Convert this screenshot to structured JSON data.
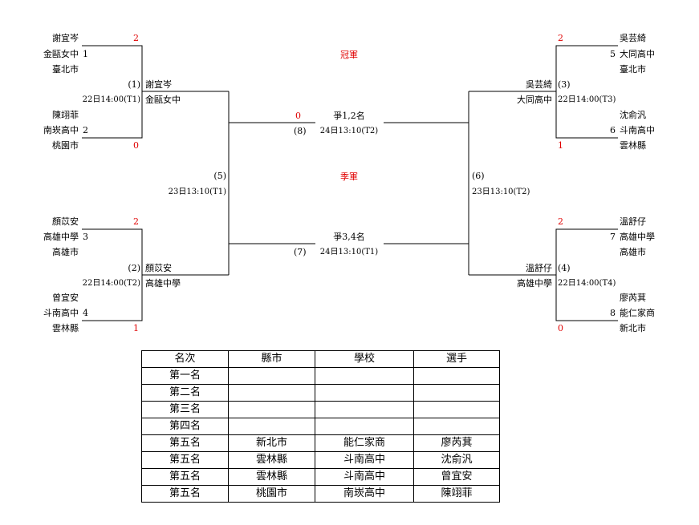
{
  "bracket": {
    "left": [
      {
        "name": "謝宜岑",
        "school": "金甌女中",
        "city": "臺北市",
        "seed": "1",
        "score": "2"
      },
      {
        "name": "陳翊菲",
        "school": "南崁高中",
        "city": "桃園市",
        "seed": "2",
        "score": "0"
      },
      {
        "name": "顏苡安",
        "school": "高雄中學",
        "city": "高雄市",
        "seed": "3",
        "score": "2"
      },
      {
        "name": "曾宜安",
        "school": "斗南高中",
        "city": "雲林縣",
        "seed": "4",
        "score": "1"
      }
    ],
    "right": [
      {
        "name": "吳芸綺",
        "school": "大同高中",
        "city": "臺北市",
        "seed": "5",
        "score": "2"
      },
      {
        "name": "沈俞汎",
        "school": "斗南高中",
        "city": "雲林縣",
        "seed": "6",
        "score": "1"
      },
      {
        "name": "溫舒仔",
        "school": "高雄中學",
        "city": "高雄市",
        "seed": "7",
        "score": "2"
      },
      {
        "name": "廖芮萁",
        "school": "能仁家商",
        "city": "新北市",
        "seed": "8",
        "score": "0"
      }
    ],
    "matches": {
      "m1": {
        "no": "(1)",
        "time": "22日14:00(T1)",
        "winner_name": "謝宜岑",
        "winner_school": "金甌女中"
      },
      "m2": {
        "no": "(2)",
        "time": "22日14:00(T2)",
        "winner_name": "顏苡安",
        "winner_school": "高雄中學"
      },
      "m3": {
        "no": "(3)",
        "time": "22日14:00(T3)",
        "winner_name": "吳芸綺",
        "winner_school": "大同高中"
      },
      "m4": {
        "no": "(4)",
        "time": "22日14:00(T4)",
        "winner_name": "溫舒仔",
        "winner_school": "高雄中學"
      },
      "m5": {
        "no": "(5)",
        "time": "23日13:10(T1)"
      },
      "m6": {
        "no": "(6)",
        "time": "23日13:10(T2)"
      },
      "m7": {
        "no": "(7)",
        "time": "24日13:10(T1)",
        "label": "爭3,4名"
      },
      "m8": {
        "no": "(8)",
        "time": "24日13:10(T2)",
        "label": "爭1,2名",
        "score": "0"
      }
    },
    "champion_label": "冠軍",
    "third_label": "季軍"
  },
  "ranking": {
    "headers": [
      "名次",
      "縣市",
      "學校",
      "選手"
    ],
    "rows": [
      [
        "第一名",
        "",
        "",
        ""
      ],
      [
        "第二名",
        "",
        "",
        ""
      ],
      [
        "第三名",
        "",
        "",
        ""
      ],
      [
        "第四名",
        "",
        "",
        ""
      ],
      [
        "第五名",
        "新北市",
        "能仁家商",
        "廖芮萁"
      ],
      [
        "第五名",
        "雲林縣",
        "斗南高中",
        "沈俞汎"
      ],
      [
        "第五名",
        "雲林縣",
        "斗南高中",
        "曾宜安"
      ],
      [
        "第五名",
        "桃園市",
        "南崁高中",
        "陳翊菲"
      ]
    ]
  },
  "colors": {
    "score": "#e00000",
    "line": "#000000"
  }
}
